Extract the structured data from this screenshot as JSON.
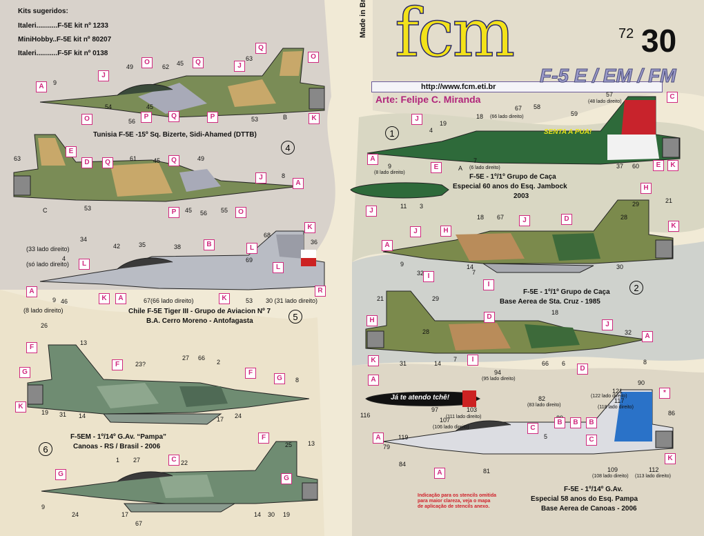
{
  "header": {
    "kits_title": "Kits sugeridos:",
    "kits": [
      "Italeri...........F-5E  kit nº 1233",
      "MiniHobby..F-5E kit nº 80207",
      "Italeri...........F-5F kit nº 0138"
    ],
    "made_in": "Made in Brazil",
    "logo": "fcm",
    "scale": "72",
    "sheet_number": "30",
    "subtitle": "F-5 E / EM / FM",
    "url": "http://www.fcm.eti.br",
    "art": "Arte: Felipe C. Miranda"
  },
  "captions": {
    "tunisia": "Tunisia F-5E -15º Sq. Bizerte, Sidi-Ahamed (DTTB)",
    "chile1": "Chile F-5E Tiger III - Grupo de Aviacion Nº 7",
    "chile2": "B.A. Cerro Moreno - Antofagasta",
    "em1": "F-5EM - 1º/14º G.Av. “Pampa”",
    "em2": "Canoas - RS / Brasil - 2006",
    "jambock1": "F-5E - 1º/1º Grupo de Caça",
    "jambock2": "Especial 60 anos do Esq. Jambock",
    "jambock3": "2003",
    "stacruz1": "F-5E - 1º/1º Grupo de Caça",
    "stacruz2": "Base Aerea de Sta. Cruz - 1985",
    "pampa1": "F-5E - 1º/14º G.Av.",
    "pampa2": "Especial 58 anos do Esq. Pampa",
    "pampa3": "Base Aerea de Canoas - 2006",
    "stencil_note": [
      "Indicação para os stencils omitida",
      "para maior clareza, veja o mapa",
      "de aplicação de stencils anexo."
    ]
  },
  "scheme_numbers": [
    "1",
    "2",
    "4",
    "5",
    "6"
  ],
  "tank_texts": {
    "pampa": "Já te atendo tchê!",
    "jambock_tail": "SENTA A PUA!"
  },
  "notes": {
    "n33": "(33 lado direito)",
    "n4": "(só lado direito)",
    "n8": "(8 lado direito)",
    "n67": "67(66 lado direito)",
    "n30": "30 (31 lado direito)",
    "j48": "(48 lado direito)",
    "j66": "(66 lado direito)",
    "j6": "(6 lado direito)",
    "j8": "(8 lado direito)",
    "p95": "(95 lado direito)",
    "p111": "(111 lado direito)",
    "p83": "(83 lado direito)",
    "p106": "(106 lado direito)",
    "p122": "(122 lado direito)",
    "p118": "(118 lado direito)",
    "p108": "(108 lado direito)",
    "p113": "(113 lado direito)"
  },
  "labels": [
    [
      "A",
      52,
      118
    ],
    [
      "J",
      142,
      102
    ],
    [
      "O",
      118,
      165
    ],
    [
      "O",
      205,
      83
    ],
    [
      "Q",
      279,
      83
    ],
    [
      "J",
      339,
      88
    ],
    [
      "Q",
      370,
      62
    ],
    [
      "O",
      446,
      75
    ],
    [
      "P",
      204,
      162
    ],
    [
      "Q",
      244,
      161
    ],
    [
      "P",
      300,
      162
    ],
    [
      "K",
      447,
      164
    ],
    [
      "E",
      95,
      212
    ],
    [
      "D",
      118,
      228
    ],
    [
      "Q",
      148,
      228
    ],
    [
      "Q",
      244,
      225
    ],
    [
      "J",
      370,
      250
    ],
    [
      "A",
      424,
      258
    ],
    [
      "P",
      244,
      300
    ],
    [
      "O",
      341,
      300
    ],
    [
      "B",
      295,
      347
    ],
    [
      "L",
      357,
      352
    ],
    [
      "K",
      441,
      322
    ],
    [
      "L",
      114,
      375
    ],
    [
      "L",
      395,
      380
    ],
    [
      "A",
      38,
      415
    ],
    [
      "K",
      143,
      425
    ],
    [
      "A",
      167,
      425
    ],
    [
      "K",
      317,
      425
    ],
    [
      "R",
      456,
      414
    ],
    [
      "F",
      38,
      496
    ],
    [
      "G",
      28,
      532
    ],
    [
      "K",
      22,
      582
    ],
    [
      "F",
      162,
      521
    ],
    [
      "F",
      355,
      533
    ],
    [
      "G",
      397,
      541
    ],
    [
      "C",
      244,
      659
    ],
    [
      "F",
      374,
      627
    ],
    [
      "G",
      80,
      680
    ],
    [
      "G",
      407,
      686
    ],
    [
      "C",
      966,
      133
    ],
    [
      "J",
      596,
      165
    ],
    [
      "A",
      532,
      223
    ],
    [
      "E",
      624,
      235
    ],
    [
      "E",
      946,
      232
    ],
    [
      "K",
      967,
      232
    ],
    [
      "J",
      530,
      298
    ],
    [
      "H",
      928,
      265
    ],
    [
      "K",
      968,
      320
    ],
    [
      "J",
      594,
      328
    ],
    [
      "H",
      638,
      327
    ],
    [
      "J",
      752,
      312
    ],
    [
      "D",
      813,
      310
    ],
    [
      "A",
      553,
      348
    ],
    [
      "I",
      613,
      393
    ],
    [
      "I",
      700,
      405
    ],
    [
      "H",
      531,
      457
    ],
    [
      "D",
      701,
      452
    ],
    [
      "J",
      872,
      463
    ],
    [
      "A",
      930,
      480
    ],
    [
      "K",
      533,
      515
    ],
    [
      "I",
      677,
      514
    ],
    [
      "D",
      836,
      527
    ],
    [
      "A",
      533,
      543
    ],
    [
      "*",
      955,
      562
    ],
    [
      "C",
      764,
      613
    ],
    [
      "B",
      803,
      605
    ],
    [
      "B",
      826,
      605
    ],
    [
      "B",
      849,
      605
    ],
    [
      "C",
      849,
      630
    ],
    [
      "A",
      540,
      627
    ],
    [
      "A",
      629,
      678
    ],
    [
      "K",
      963,
      657
    ]
  ]
}
